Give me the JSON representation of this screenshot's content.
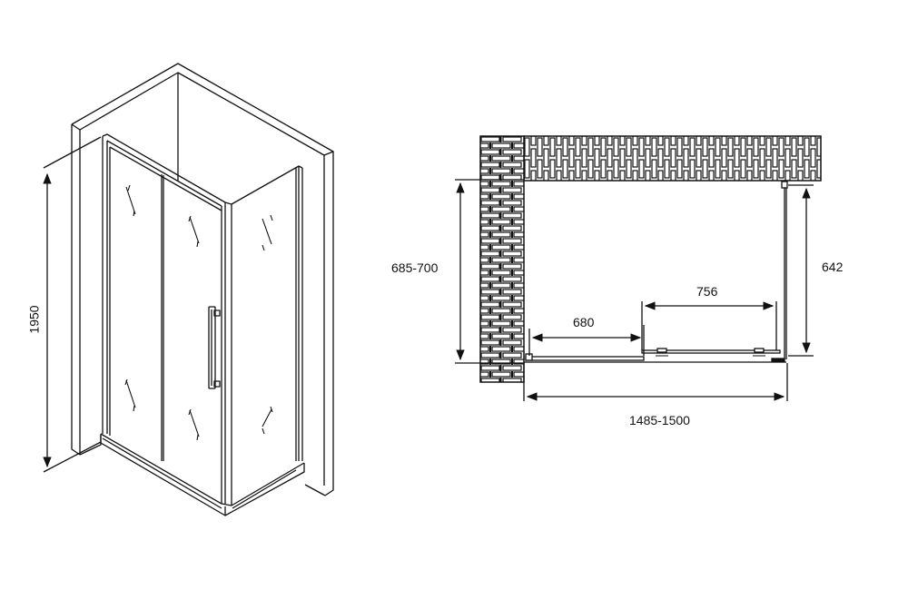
{
  "diagram": {
    "type": "technical-drawing",
    "subject": "sliding shower enclosure",
    "views": [
      "isometric",
      "plan"
    ],
    "colors": {
      "line": "#111111",
      "background": "#ffffff",
      "brick_fill": "#ffffff"
    }
  },
  "isometric_view": {
    "dimensions": {
      "height": "1950"
    }
  },
  "plan_view": {
    "dimensions": {
      "depth": "685-700",
      "side_panel": "642",
      "fixed_panel": "680",
      "sliding_door": "756",
      "width": "1485-1500"
    }
  }
}
